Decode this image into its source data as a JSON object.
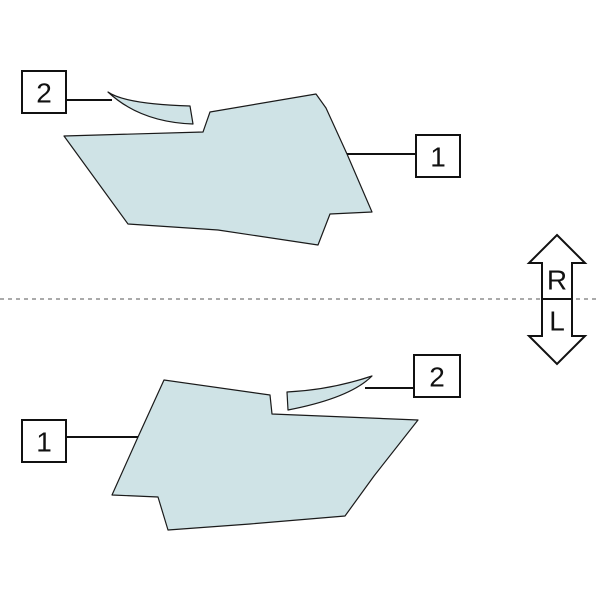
{
  "labels": {
    "top_part_1": "1",
    "top_part_2": "2",
    "bottom_part_1": "1",
    "bottom_part_2": "2"
  },
  "direction": {
    "upper": "R",
    "lower": "L"
  },
  "colors": {
    "piece_fill": "#cfe3e6",
    "outline": "#1a1a1a",
    "divider": "#777777"
  }
}
